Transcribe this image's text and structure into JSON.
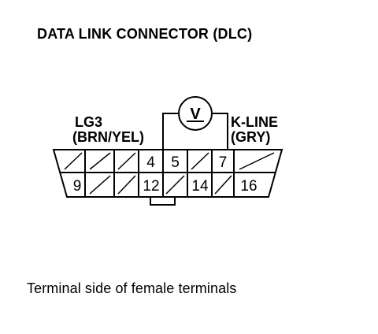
{
  "title": "DATA LINK CONNECTOR (DLC)",
  "caption": "Terminal side of female terminals",
  "left_lead": {
    "line1": "LG3",
    "line2": "(BRN/YEL)"
  },
  "right_lead": {
    "line1": "K-LINE",
    "line2": "(GRY)"
  },
  "meter_symbol": "V",
  "connector": {
    "top_row": [
      "",
      "",
      "",
      "4",
      "5",
      "",
      "7",
      ""
    ],
    "bottom_row": [
      "9",
      "",
      "",
      "12",
      "",
      "14",
      "",
      "16"
    ]
  }
}
